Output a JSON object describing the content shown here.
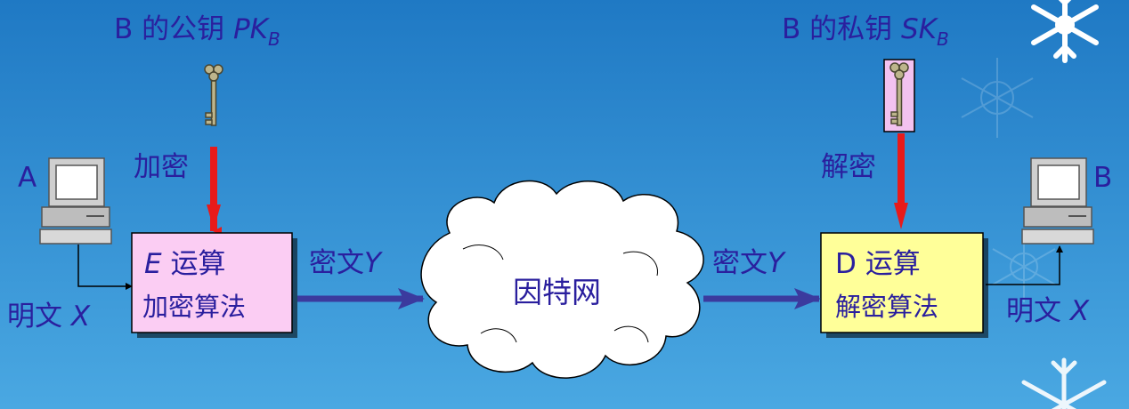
{
  "colors": {
    "background_top": "#1f79c4",
    "background_bottom": "#4aa8e2",
    "text": "#2a1f9e",
    "encrypt_box": "#fbcdf3",
    "decrypt_box": "#ffff99",
    "key_arrow": "#e81a1a",
    "data_arrow": "#3b3a9e"
  },
  "labels": {
    "public_key_prefix": "B 的公钥 ",
    "public_key_symbol": "PK",
    "public_key_sub": "B",
    "private_key_prefix": "B 的私钥 ",
    "private_key_symbol": "SK",
    "private_key_sub": "B",
    "encrypt": "加密",
    "decrypt": "解密",
    "sender": "A",
    "receiver": "B",
    "plaintext_prefix": "明文 ",
    "plaintext_symbol": "X",
    "ciphertext_prefix": "密文",
    "ciphertext_symbol": "Y",
    "network": "因特网"
  },
  "encrypt_box": {
    "symbol": "E",
    "title": " 运算",
    "subtitle": "加密算法"
  },
  "decrypt_box": {
    "symbol": "D",
    "title": " 运算",
    "subtitle": "解密算法"
  },
  "icons": [
    "public-key-icon",
    "private-key-icon",
    "computer-icon",
    "cloud-icon",
    "snowflake-icon"
  ]
}
